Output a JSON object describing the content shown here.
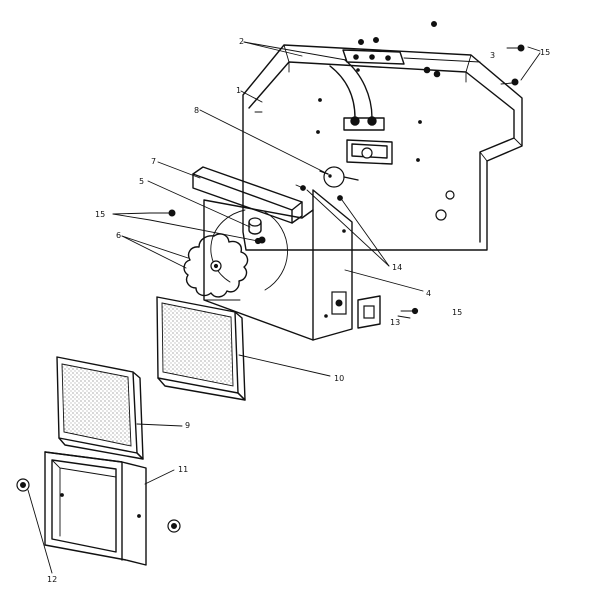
{
  "callouts": [
    {
      "id": "c1",
      "text": "1"
    },
    {
      "id": "c2",
      "text": "2"
    },
    {
      "id": "c3",
      "text": "3"
    },
    {
      "id": "c4",
      "text": "4"
    },
    {
      "id": "c5",
      "text": "5"
    },
    {
      "id": "c6",
      "text": "6"
    },
    {
      "id": "c7",
      "text": "7"
    },
    {
      "id": "c8",
      "text": "8"
    },
    {
      "id": "c9",
      "text": "9"
    },
    {
      "id": "c10",
      "text": "10"
    },
    {
      "id": "c11",
      "text": "11"
    },
    {
      "id": "c12",
      "text": "12"
    },
    {
      "id": "c13",
      "text": "13"
    },
    {
      "id": "c14",
      "text": "14"
    },
    {
      "id": "c15a",
      "text": "15"
    },
    {
      "id": "c15b",
      "text": "15"
    },
    {
      "id": "c15c",
      "text": "15"
    }
  ],
  "colors": {
    "ink": "#111111",
    "paper": "#ffffff"
  }
}
